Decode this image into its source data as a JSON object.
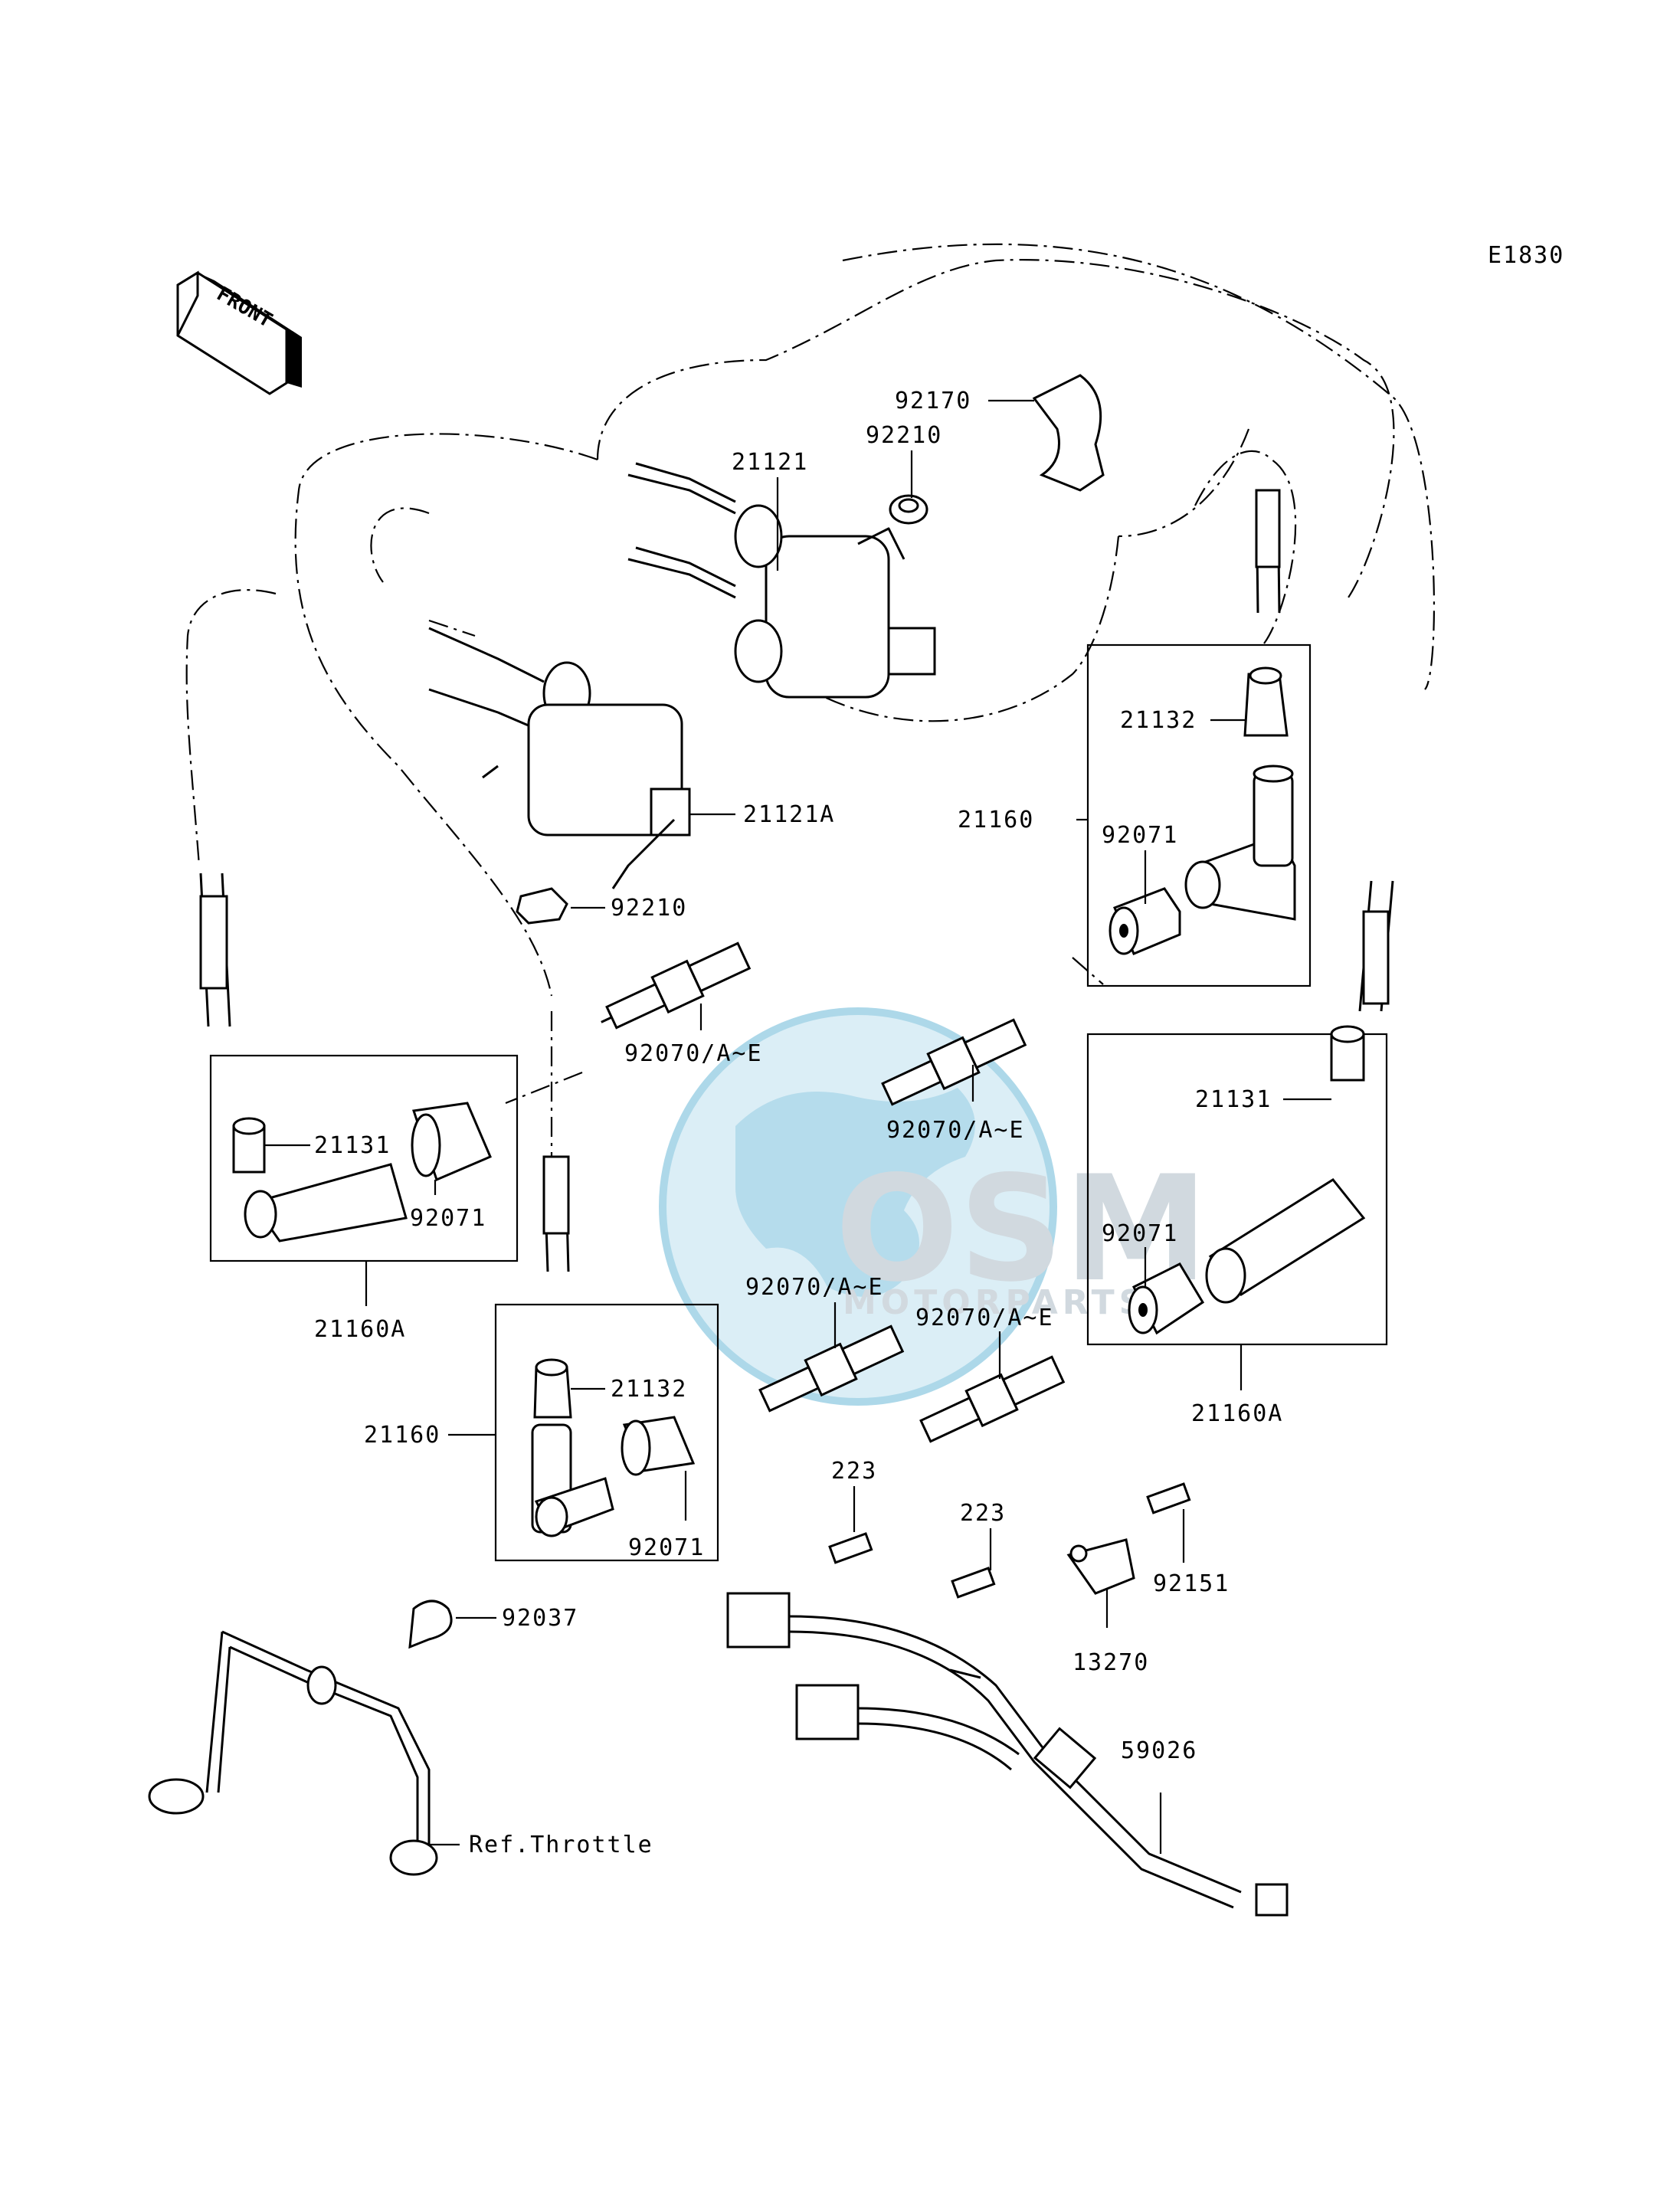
{
  "diagram_code": "E1830",
  "front_label": "FRONT",
  "watermark": {
    "brand": "OSM",
    "tagline": "MOTORPARTS",
    "colors": {
      "globe": "#bfe1ef",
      "text": "#cfd8de",
      "accent": "#7fc5e0"
    }
  },
  "labels": {
    "p92170": "92170",
    "p92210_top": "92210",
    "p21121": "21121",
    "p21121A": "21121A",
    "p92210_bottom": "92210",
    "p21132_right": "21132",
    "p21160_right": "21160",
    "p92071_right_upper": "92071",
    "p92070_center": "92070/A~E",
    "p92070_right_upper": "92070/A~E",
    "p21131_left": "21131",
    "p92071_left": "92071",
    "p21160A_left": "21160A",
    "p21131_right": "21131",
    "p92071_right_lower": "92071",
    "p92070_lower_center": "92070/A~E",
    "p92070_lower_right": "92070/A~E",
    "p21160A_right": "21160A",
    "p21132_lower": "21132",
    "p21160_lower": "21160",
    "p92071_lower": "92071",
    "p223_left": "223",
    "p223_right": "223",
    "p92151": "92151",
    "p13270": "13270",
    "p92037": "92037",
    "p59026": "59026",
    "ref_throttle": "Ref.Throttle"
  }
}
